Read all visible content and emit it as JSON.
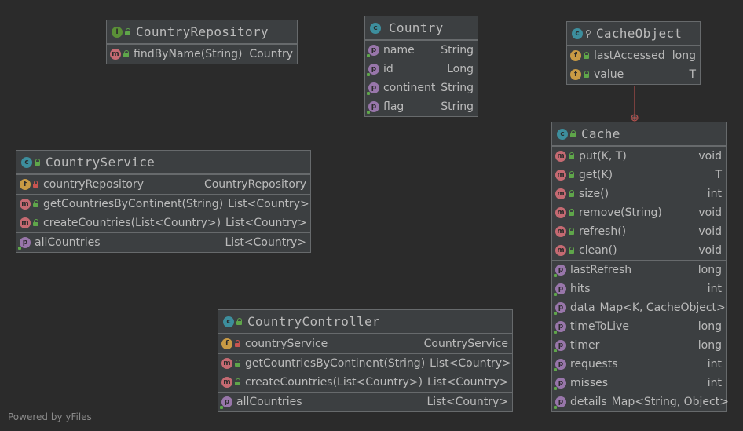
{
  "classes": {
    "country_repository": {
      "kind": "I",
      "name": "CountryRepository",
      "methods": [
        {
          "badge": "m",
          "name": "findByName(String)",
          "type": "Country"
        }
      ]
    },
    "country": {
      "kind": "c",
      "name": "Country",
      "properties": [
        {
          "badge": "p",
          "name": "name",
          "type": "String"
        },
        {
          "badge": "p",
          "name": "id",
          "type": "Long"
        },
        {
          "badge": "p",
          "name": "continent",
          "type": "String"
        },
        {
          "badge": "p",
          "name": "flag",
          "type": "String"
        }
      ]
    },
    "cache_object": {
      "kind": "c",
      "name": "CacheObject",
      "fields": [
        {
          "badge": "f",
          "name": "lastAccessed",
          "type": "long"
        },
        {
          "badge": "f",
          "name": "value",
          "type": "T"
        }
      ]
    },
    "country_service": {
      "kind": "c",
      "name": "CountryService",
      "fields": [
        {
          "badge": "f",
          "name": "countryRepository",
          "type": "CountryRepository"
        }
      ],
      "methods": [
        {
          "badge": "m",
          "name": "getCountriesByContinent(String)",
          "type": "List<Country>"
        },
        {
          "badge": "m",
          "name": "createCountries(List<Country>)",
          "type": "List<Country>"
        }
      ],
      "properties": [
        {
          "badge": "p",
          "name": "allCountries",
          "type": "List<Country>"
        }
      ]
    },
    "cache": {
      "kind": "c",
      "name": "Cache",
      "methods": [
        {
          "badge": "m",
          "name": "put(K, T)",
          "type": "void"
        },
        {
          "badge": "m",
          "name": "get(K)",
          "type": "T"
        },
        {
          "badge": "m",
          "name": "size()",
          "type": "int"
        },
        {
          "badge": "m",
          "name": "remove(String)",
          "type": "void"
        },
        {
          "badge": "m",
          "name": "refresh()",
          "type": "void"
        },
        {
          "badge": "m",
          "name": "clean()",
          "type": "void"
        }
      ],
      "properties": [
        {
          "badge": "p",
          "name": "lastRefresh",
          "type": "long"
        },
        {
          "badge": "p",
          "name": "hits",
          "type": "int"
        },
        {
          "badge": "p",
          "name": "data",
          "type": "Map<K, CacheObject>"
        },
        {
          "badge": "p",
          "name": "timeToLive",
          "type": "long"
        },
        {
          "badge": "p",
          "name": "timer",
          "type": "long"
        },
        {
          "badge": "p",
          "name": "requests",
          "type": "int"
        },
        {
          "badge": "p",
          "name": "misses",
          "type": "int"
        },
        {
          "badge": "p",
          "name": "details",
          "type": "Map<String, Object>"
        }
      ]
    },
    "country_controller": {
      "kind": "c",
      "name": "CountryController",
      "fields": [
        {
          "badge": "f",
          "name": "countryService",
          "type": "CountryService"
        }
      ],
      "methods": [
        {
          "badge": "m",
          "name": "getCountriesByContinent(String)",
          "type": "List<Country>"
        },
        {
          "badge": "m",
          "name": "createCountries(List<Country>)",
          "type": "List<Country>"
        }
      ],
      "properties": [
        {
          "badge": "p",
          "name": "allCountries",
          "type": "List<Country>"
        }
      ]
    }
  },
  "footer": "Powered by yFiles",
  "colors": {
    "background": "#2b2b2b",
    "node_fill": "#3c3f41",
    "node_border": "#676a6c",
    "connector": "#c75450"
  }
}
